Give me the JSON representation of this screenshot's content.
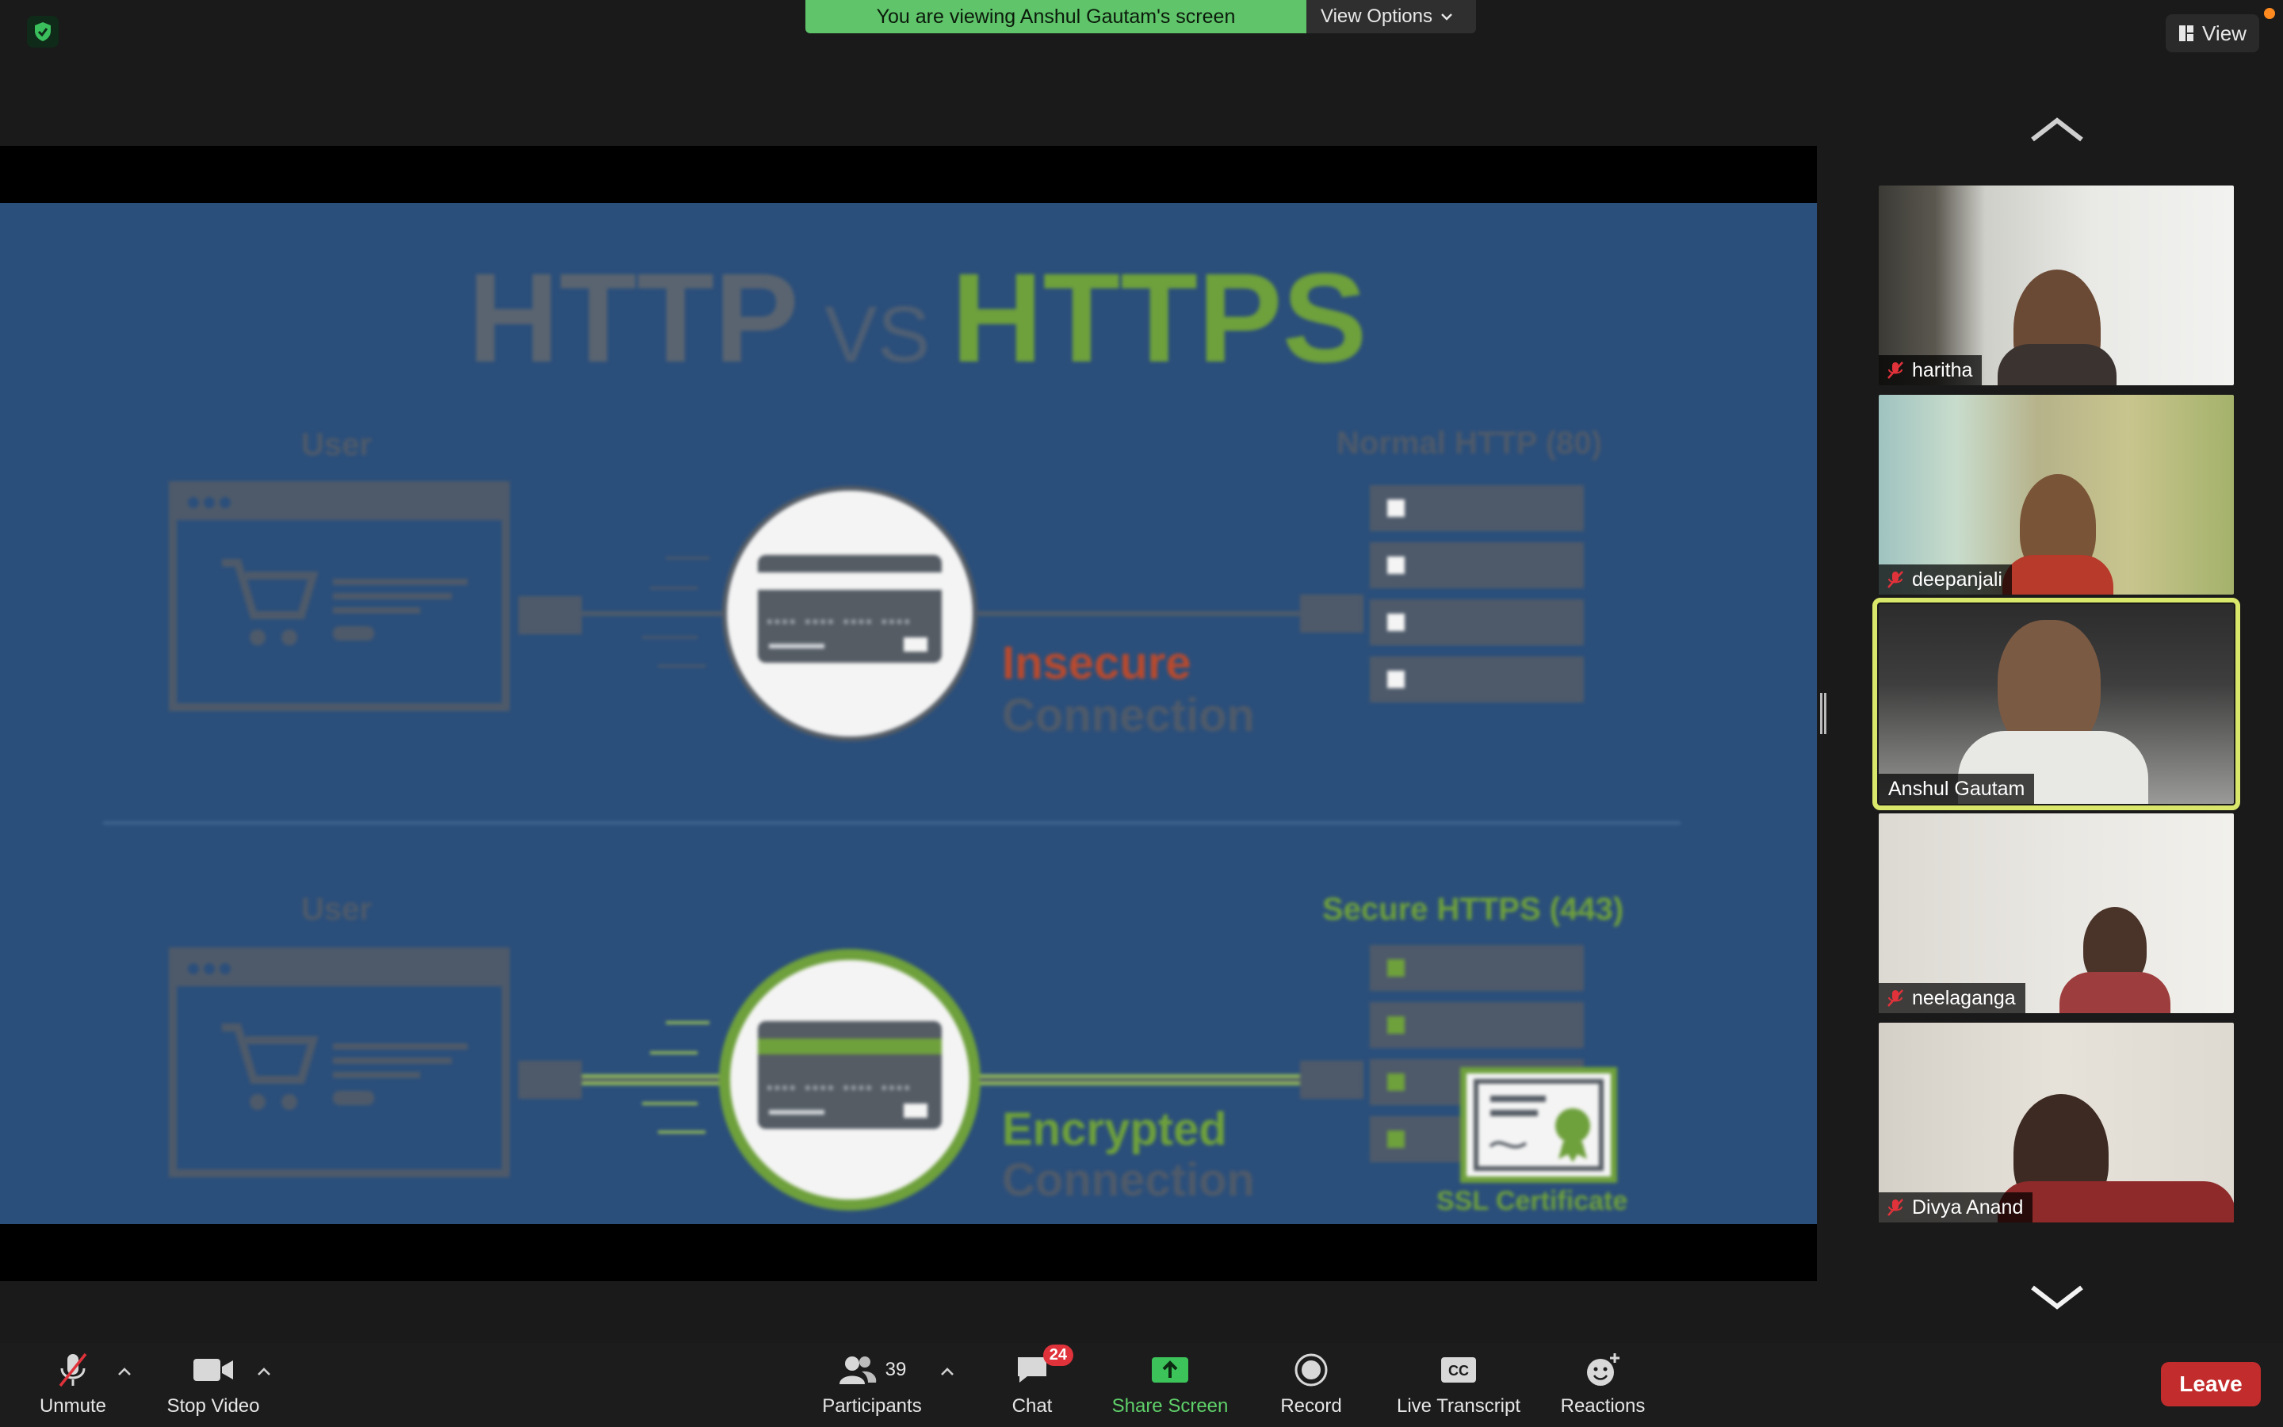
{
  "banner": {
    "text": "You are viewing Anshul Gautam's screen",
    "options_label": "View Options"
  },
  "view_button": {
    "label": "View"
  },
  "slide": {
    "title_left": "HTTP",
    "title_vs": "VS",
    "title_right": "HTTPS",
    "top": {
      "user_label": "User",
      "server_label": "Normal HTTP (80)",
      "conn_line1": "Insecure",
      "conn_line2": "Connection"
    },
    "bottom": {
      "user_label": "User",
      "server_label": "Secure HTTPS (443)",
      "conn_line1": "Encrypted",
      "conn_line2": "Connection",
      "cert_label": "SSL Certificate"
    },
    "card_number": "**** **** **** ****"
  },
  "participants_gallery": [
    {
      "name": "haritha",
      "muted": true,
      "active": false
    },
    {
      "name": "deepanjali",
      "muted": true,
      "active": false
    },
    {
      "name": "Anshul Gautam",
      "muted": false,
      "active": true
    },
    {
      "name": "neelaganga",
      "muted": true,
      "active": false
    },
    {
      "name": "Divya Anand",
      "muted": true,
      "active": false
    }
  ],
  "toolbar": {
    "unmute": "Unmute",
    "stop_video": "Stop Video",
    "participants": "Participants",
    "participants_count": "39",
    "chat": "Chat",
    "chat_badge": "24",
    "share_screen": "Share Screen",
    "record": "Record",
    "live_transcript": "Live Transcript",
    "reactions": "Reactions",
    "leave": "Leave"
  },
  "colors": {
    "accent_green": "#5fc46a",
    "leave_red": "#c32c2c",
    "slide_bg": "#2b4f7b",
    "https_green": "#6ea03c",
    "insecure_red": "#b84a2e"
  }
}
